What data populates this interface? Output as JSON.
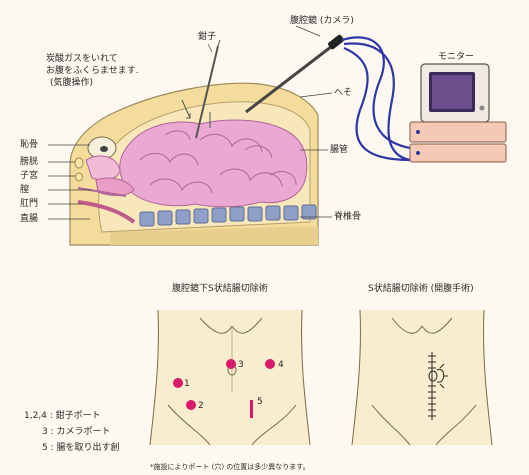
{
  "colors": {
    "background": "#fdf9f0",
    "body_fill": "#f3dc9c",
    "intestine": "#e9a9d2",
    "intestine_stroke": "#b1649a",
    "vertebra": "#8fa0c8",
    "cable": "#2f36a8",
    "monitor_box": "#f4c9b6",
    "port_marker": "#d81b6a"
  },
  "top_diagram": {
    "co2_note_line1": "炭酸ガスをいれて",
    "co2_note_line2": "お腹をふくらませます.",
    "co2_note_line3": "(気腹操作)",
    "forceps": "鉗子",
    "laparoscope": "腹腔鏡 (カメラ)",
    "monitor": "モニター",
    "navel": "へそ",
    "intestine": "腸管",
    "spine": "脊椎骨",
    "pubic_bone": "恥骨",
    "bladder": "膀胱",
    "uterus": "子宮",
    "vagina": "膣",
    "anus": "肛門",
    "rectum": "直腸"
  },
  "bottom": {
    "left_title": "腹腔鏡下S状結腸切除術",
    "right_title": "S状結腸切除術 (開腹手術)",
    "ports": [
      {
        "id": "1",
        "label": "1"
      },
      {
        "id": "2",
        "label": "2"
      },
      {
        "id": "3",
        "label": "3"
      },
      {
        "id": "4",
        "label": "4"
      },
      {
        "id": "5",
        "label": "5"
      }
    ],
    "legend_line1": "1,2,4 : 鉗子ポート",
    "legend_line2": "3 : カメラポート",
    "legend_line3": "5 : 腸を取り出す創",
    "footnote": "*施設によりポート (穴) の位置は多少異なります。"
  }
}
